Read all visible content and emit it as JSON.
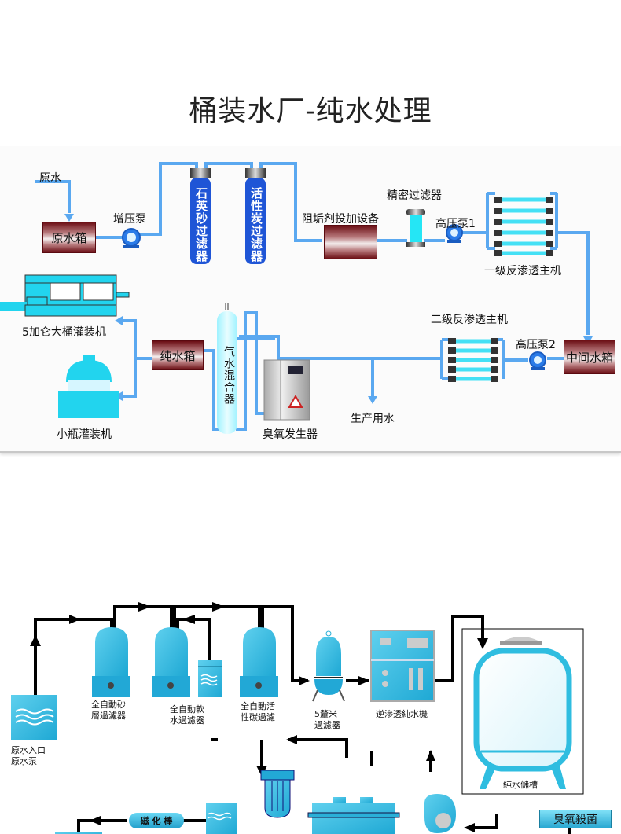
{
  "title": "桶装水厂-纯水处理",
  "diagram1": {
    "labels": {
      "raw_water": "原水",
      "raw_water_tank": "原水箱",
      "booster_pump": "增压泵",
      "quartz_filter": "石英砂过滤器",
      "carbon_filter": "活性炭过滤器",
      "antiscalant": "阻垢剂投加设备",
      "precision_filter": "精密过滤器",
      "hp_pump1": "高压泵1",
      "ro1": "一级反渗透主机",
      "intermediate_tank": "中间水箱",
      "hp_pump2": "高压泵2",
      "ro2": "二级反渗透主机",
      "production_water": "生产用水",
      "ozone_generator": "臭氧发生器",
      "gas_water_mixer": "气水混合器",
      "pure_water_tank": "纯水箱",
      "barrel_filler": "5加仑大桶灌装机",
      "bottle_filler": "小瓶灌装机"
    },
    "colors": {
      "pipe": "#5aa8f0",
      "filter_blue": "#1f55d6",
      "tank_red": "#7a1a20",
      "cyan": "#25d8f0"
    }
  },
  "diagram2": {
    "labels": {
      "raw_inlet": "原水入口",
      "raw_pump": "原水泵",
      "sand_filter_1": "全自動砂",
      "sand_filter_2": "層過濾器",
      "softener_1": "全自動軟",
      "softener_2": "水過濾器",
      "carbon_1": "全自動活",
      "carbon_2": "性碳過濾",
      "micron_1": "5釐米",
      "micron_2": "過濾器",
      "ro_machine": "逆滲透純水機",
      "pure_tank": "純水儲槽",
      "ozone_sterilize": "臭氧殺菌",
      "magnet_rod": "磁 化 棒"
    },
    "colors": {
      "equipment": "#29b4dc",
      "arrow": "#000000"
    }
  }
}
